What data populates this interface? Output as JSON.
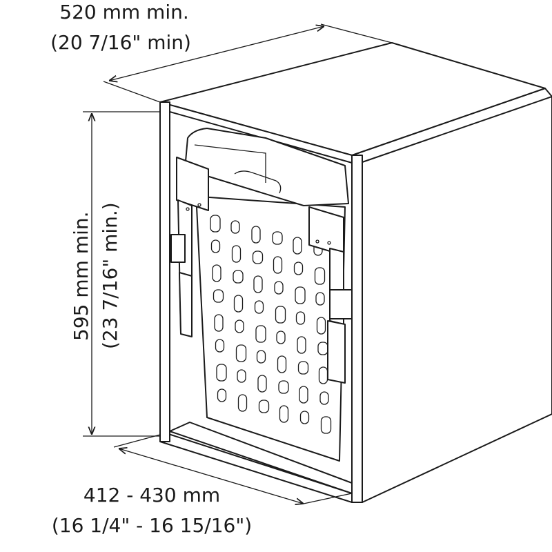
{
  "dimensions": {
    "depth": {
      "metric": "520 mm min.",
      "imperial": "(20 7/16\" min)"
    },
    "height": {
      "metric": "595 mm min.",
      "imperial": "(23 7/16\" min.)"
    },
    "width": {
      "metric": "412 - 430 mm",
      "imperial": "(16 1/4\" - 16 15/16\")"
    }
  },
  "colors": {
    "line": "#1a1a1a",
    "background": "#ffffff"
  }
}
